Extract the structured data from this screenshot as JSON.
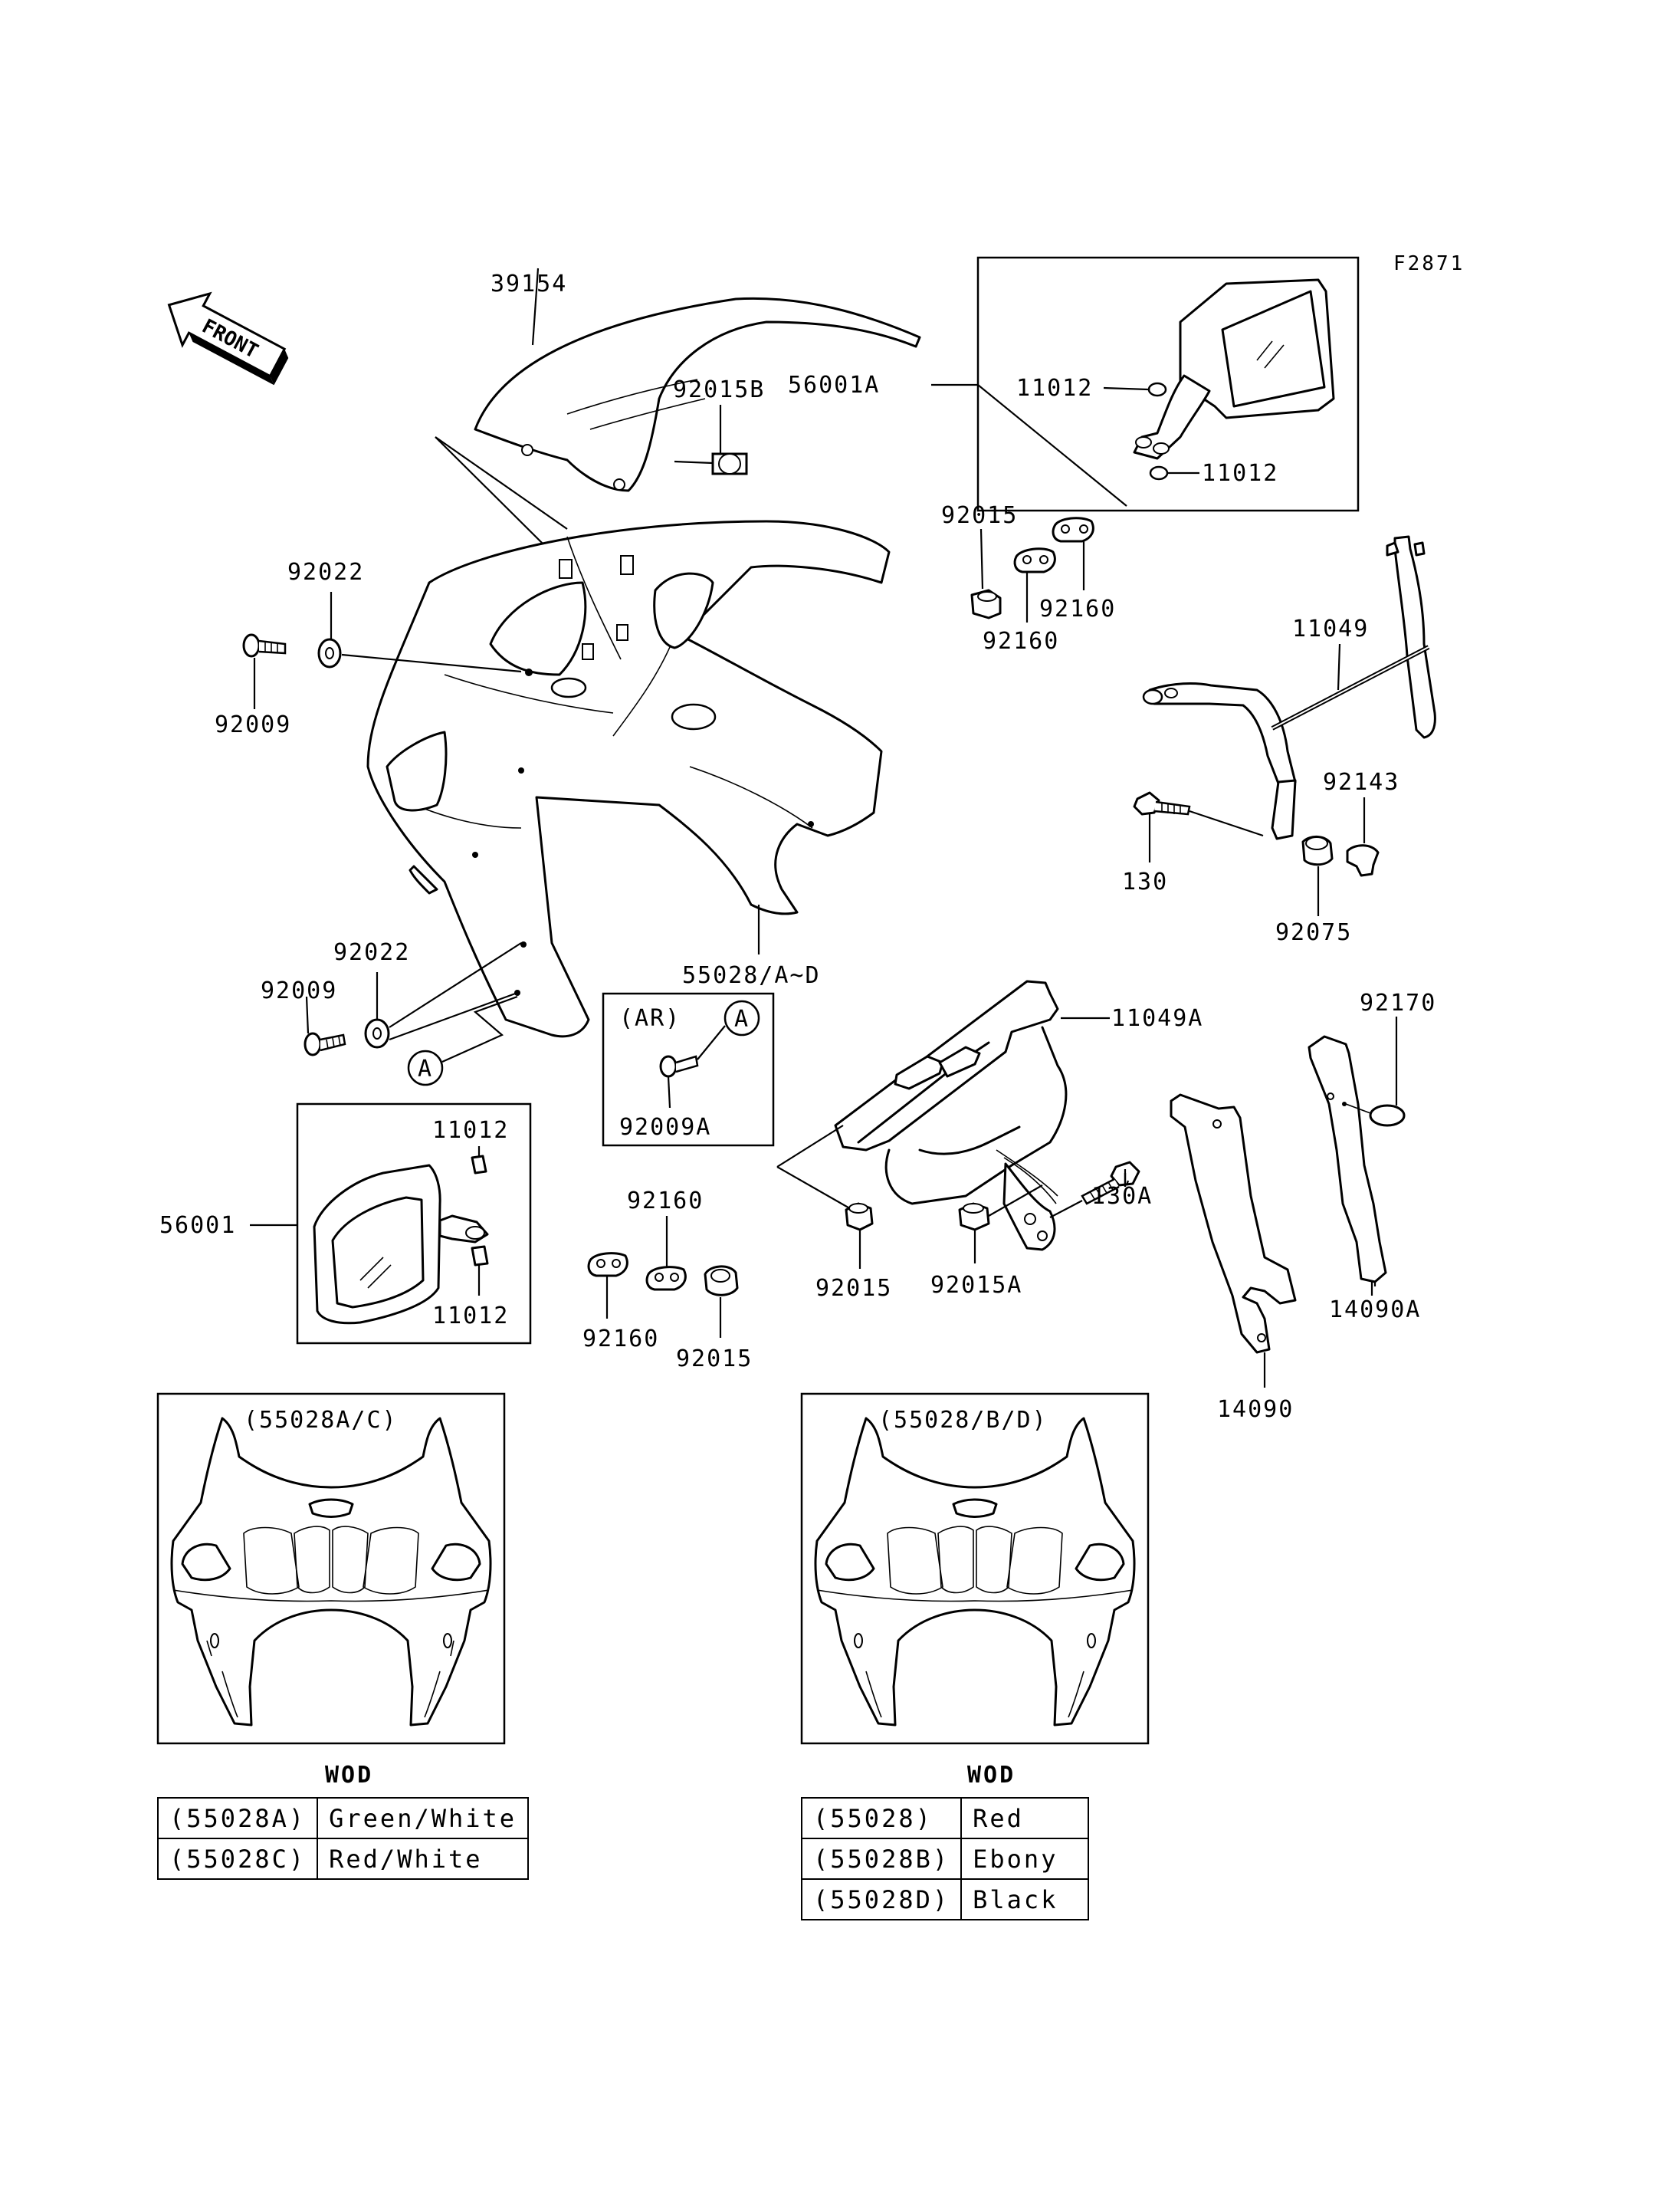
{
  "figure_code": "F2871",
  "front_label": "FRONT",
  "callouts": {
    "windshield": "39154",
    "windshield_grommet": "92015B",
    "mirror_right_assy": "56001A",
    "mirror_right_cap_upper": "11012",
    "mirror_right_cap_lower": "11012",
    "nut_upper": "92015",
    "plate_upper_a": "92160",
    "plate_upper_b": "92160",
    "bracket_stay": "11049",
    "washer_upper": "92022",
    "bolt_upper": "92009",
    "cushion": "92143",
    "bolt_130": "130",
    "collar": "92075",
    "cowl": "55028/A~D",
    "washer_lower": "92022",
    "bolt_lower": "92009",
    "marker_a_cowl": "A",
    "inset_ar": "(AR)",
    "marker_a_inset": "A",
    "screw_ar": "92009A",
    "mirror_left_cap_upper": "11012",
    "mirror_left_assy": "56001",
    "mirror_left_cap_lower": "11012",
    "plate_lower_a": "92160",
    "plate_lower_b": "92160",
    "grommet_lower": "92015",
    "bracket_frame": "11049A",
    "bolt_130a": "130A",
    "cover_pad": "92170",
    "nut_frame": "92015",
    "nut_frame_a": "92015A",
    "inner_cover": "14090",
    "inner_cover_a": "14090A"
  },
  "variant_left": {
    "title": "(55028A/C)",
    "wod": "WOD",
    "rows": [
      {
        "code": "(55028A)",
        "color": "Green/White"
      },
      {
        "code": "(55028C)",
        "color": "Red/White"
      }
    ]
  },
  "variant_right": {
    "title": "(55028/B/D)",
    "wod": "WOD",
    "rows": [
      {
        "code": "(55028)",
        "color": "Red"
      },
      {
        "code": "(55028B)",
        "color": "Ebony"
      },
      {
        "code": "(55028D)",
        "color": "Black"
      }
    ]
  }
}
